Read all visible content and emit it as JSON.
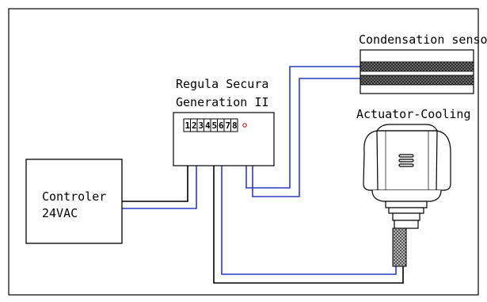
{
  "sensor": {
    "label": "Condensation sensor"
  },
  "controller": {
    "label_line1": "Controler",
    "label_line2": "24VAC"
  },
  "regulator": {
    "label_line1": "Regula Secura",
    "label_line2": "Generation II",
    "terminals": [
      "1",
      "2",
      "3",
      "4",
      "5",
      "6",
      "7",
      "8"
    ]
  },
  "actuator": {
    "label": "Actuator-Cooling"
  },
  "colors": {
    "wire_blue": "#2b3cc4",
    "wire_black": "#000000",
    "led_red": "#d22020"
  }
}
